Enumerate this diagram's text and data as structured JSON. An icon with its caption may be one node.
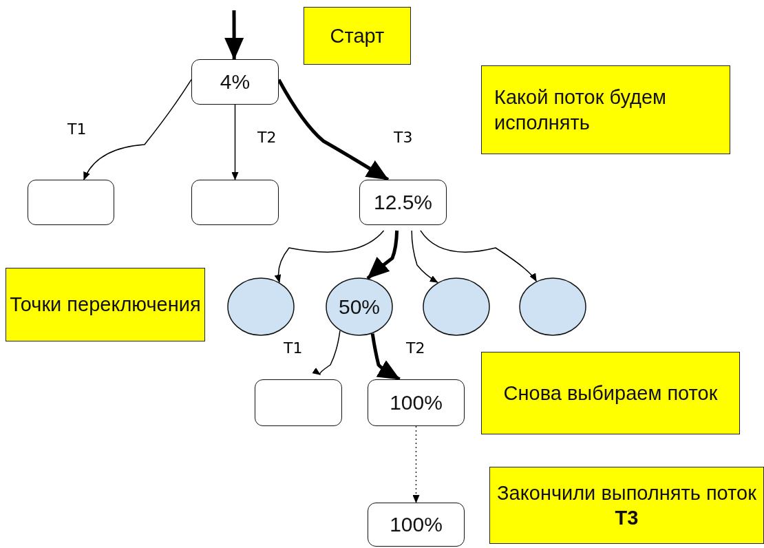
{
  "diagram": {
    "nodes": [
      {
        "text": [
          "Старт"
        ]
      },
      {
        "text": [
          "4%"
        ]
      },
      {
        "text": [
          "Какой поток будем исполнять"
        ]
      },
      {
        "text": [],
        "shape": "box"
      },
      {
        "text": [],
        "shape": "box"
      },
      {
        "text": [
          "12.5%"
        ]
      },
      {
        "text": [
          "Точки переключения"
        ]
      },
      {
        "text": [],
        "shape": "ellipse"
      },
      {
        "text": [
          "50%"
        ]
      },
      {
        "text": [],
        "shape": "ellipse"
      },
      {
        "text": [],
        "shape": "ellipse"
      },
      {
        "text": [],
        "shape": "box"
      },
      {
        "text": [
          "100%"
        ]
      },
      {
        "text": [
          "Снова выбираем поток"
        ]
      },
      {
        "text": [
          "Закончили выполнять поток **T3**"
        ]
      },
      {
        "text": [
          "100%"
        ]
      }
    ],
    "edges": [
      {
        "from": null,
        "to": 1,
        "arrow": "to",
        "style": "thick"
      },
      {
        "from": 1,
        "to": 3,
        "arrow": "to",
        "label": "T1"
      },
      {
        "from": 1,
        "to": 4,
        "arrow": "to",
        "label": "T2"
      },
      {
        "from": 1,
        "to": 5,
        "arrow": "to",
        "label": "T3",
        "style": "thick"
      },
      {
        "from": 5,
        "to": 7,
        "arrow": "to"
      },
      {
        "from": 5,
        "to": 8,
        "arrow": "to",
        "style": "thick"
      },
      {
        "from": 5,
        "to": 9,
        "arrow": "to"
      },
      {
        "from": 5,
        "to": 10,
        "arrow": "to"
      },
      {
        "from": 8,
        "to": 11,
        "arrow": "to",
        "label": "T1"
      },
      {
        "from": 8,
        "to": 12,
        "arrow": "to",
        "label": "T2",
        "style": "thick"
      },
      {
        "from": 12,
        "to": 15,
        "arrow": "to",
        "style": "dashed"
      }
    ]
  }
}
